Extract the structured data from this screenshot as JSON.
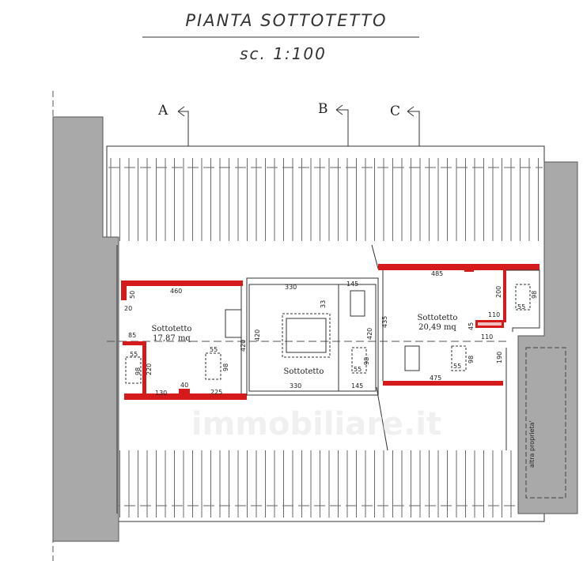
{
  "title": "PIANTA SOTTOTETTO",
  "scale": "sc.  1:100",
  "sections": [
    "A",
    "B",
    "C"
  ],
  "watermark": "immobiliare.it",
  "neighbour_label": "altra proprieta'",
  "rooms": [
    {
      "name": "Sottotetto",
      "area": "17,87 mq"
    },
    {
      "name": "Sottotetto",
      "area": ""
    },
    {
      "name": "Sottotetto",
      "area": "20,49 mq"
    }
  ],
  "dimensions": {
    "left": [
      "460",
      "50",
      "20",
      "85",
      "55",
      "98",
      "220",
      "55",
      "98",
      "130",
      "40",
      "225",
      "420"
    ],
    "middle": [
      "330",
      "145",
      "33",
      "420",
      "420",
      "55",
      "98",
      "330",
      "145"
    ],
    "right": [
      "485",
      "435",
      "200",
      "55",
      "98",
      "110",
      "45",
      "110",
      "55",
      "98",
      "190",
      "475"
    ]
  },
  "colors": {
    "wall": "#d41a1a",
    "neighbour": "#a9a9a9",
    "line": "#333333"
  }
}
